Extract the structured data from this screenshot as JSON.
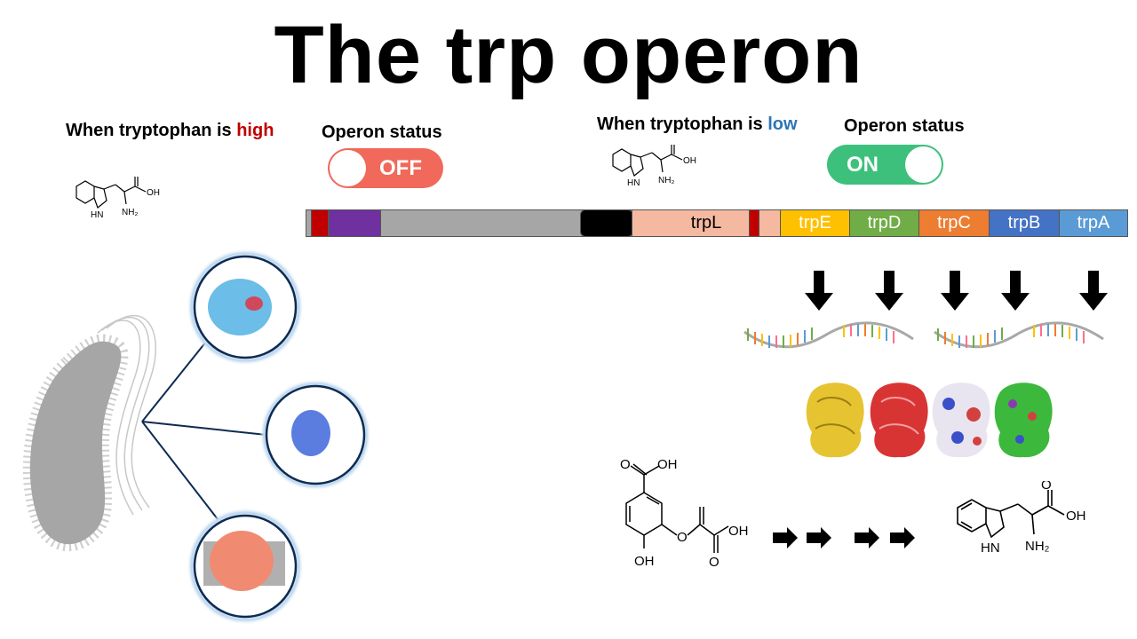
{
  "title": "The trp operon",
  "high_panel": {
    "label_prefix": "When tryptophan is ",
    "label_emph": "high",
    "emph_color": "#c00000",
    "status_heading": "Operon status",
    "toggle_label": "OFF",
    "toggle_color": "#f0695a"
  },
  "low_panel": {
    "label_prefix": "When tryptophan is ",
    "label_emph": "low",
    "emph_color": "#2e75b6",
    "status_heading": "Operon status",
    "toggle_label": "ON",
    "toggle_color": "#3ec07d"
  },
  "molecule_labels": {
    "small_hn": "HN",
    "small_nh2": "NH₂",
    "small_oh": "OH",
    "big_hn": "HN",
    "big_nh2": "NH₂",
    "big_oh": "OH",
    "chor_cooh": "O=C-OH",
    "chor_oh1": "OH",
    "chor_oh2": "OH",
    "chor_o": "O",
    "chor_o2": "O",
    "chor_o3": "O"
  },
  "operon": {
    "genes": [
      {
        "label": "trpL",
        "color": "#f4b9a0"
      },
      {
        "label": "trpE",
        "color": "#ffc000"
      },
      {
        "label": "trpD",
        "color": "#70ad47"
      },
      {
        "label": "trpC",
        "color": "#ed7d31"
      },
      {
        "label": "trpB",
        "color": "#4472c4"
      },
      {
        "label": "trpA",
        "color": "#5b9bd5"
      }
    ],
    "elements": {
      "promoter_left_color": "#c00000",
      "operator_color": "#7030a0",
      "region_color": "#000000",
      "attenuator_color": "#c00000"
    }
  },
  "colors": {
    "cell": "#a6a6a6",
    "protein_ring": "#0d2b52",
    "protein_glow": "#9dc3e6"
  }
}
